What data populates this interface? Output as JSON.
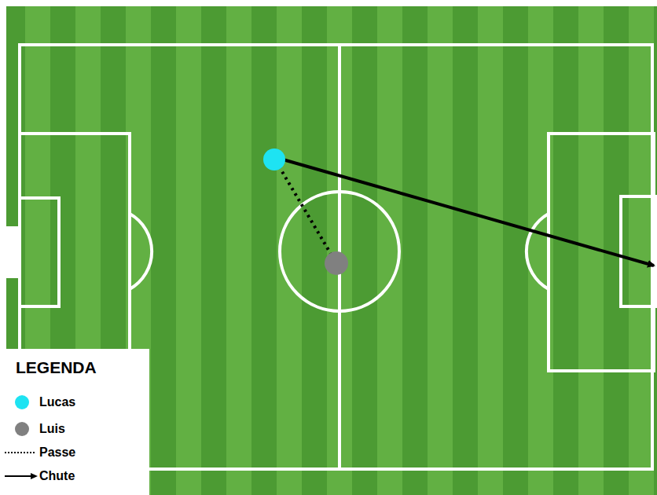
{
  "diagram": {
    "labels": [
      "LEGENDA"
    ],
    "legend": [
      {
        "text": "Lucas",
        "color": "#1ee3f2"
      },
      {
        "text": "Luis",
        "color": "#808080"
      },
      {
        "text": "Passe"
      },
      {
        "text": "Chute"
      }
    ]
  }
}
